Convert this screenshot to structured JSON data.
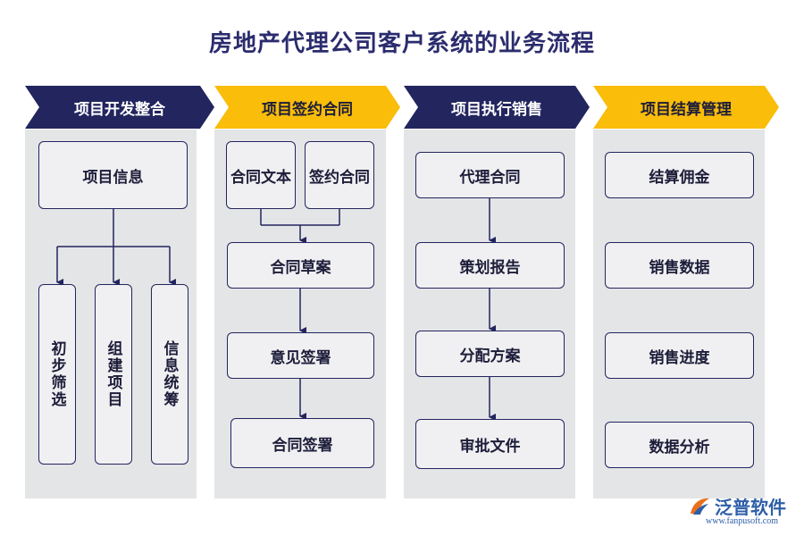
{
  "title": "房地产代理公司客户系统的业务流程",
  "columns": [
    {
      "header": "项目开发整合",
      "color": "#23255f",
      "top_box": "项目信息",
      "sub_boxes": [
        "初步筛选",
        "组建项目",
        "信息统筹"
      ]
    },
    {
      "header": "项目签约合同",
      "color": "#f9bd0a",
      "top_boxes": [
        "合同文本",
        "签约合同"
      ],
      "boxes": [
        "合同草案",
        "意见签署",
        "合同签署"
      ]
    },
    {
      "header": "项目执行销售",
      "color": "#23255f",
      "boxes": [
        "代理合同",
        "策划报告",
        "分配方案",
        "审批文件"
      ]
    },
    {
      "header": "项目结算管理",
      "color": "#f9bd0a",
      "boxes": [
        "结算佣金",
        "销售数据",
        "销售进度",
        "数据分析"
      ]
    }
  ],
  "logo": {
    "name": "泛普软件",
    "url": "www.fanpusoft.com",
    "icon": "fanpu-logo-icon"
  }
}
